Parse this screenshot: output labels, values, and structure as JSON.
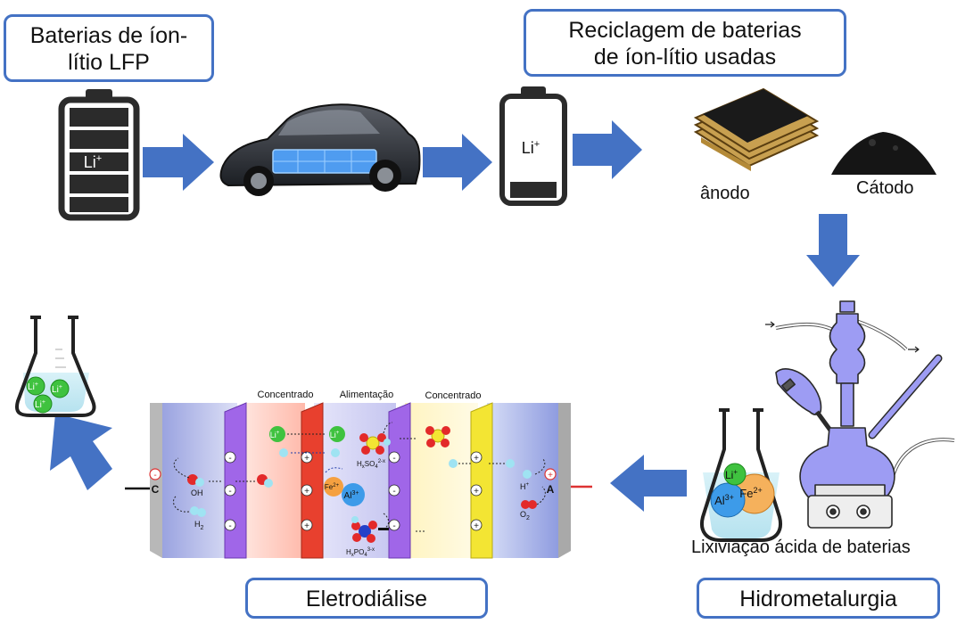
{
  "boxes": {
    "lfp": [
      "Baterias de íon-",
      "lítio LFP"
    ],
    "recycling": [
      "Reciclagem de baterias",
      "de íon-lítio usadas"
    ],
    "electrodialysis": "Eletrodiálise",
    "hydrometallurgy": "Hidrometalurgia"
  },
  "labels": {
    "anode": "ânodo",
    "cathode": "Cátodo",
    "leaching": "Lixiviação ácida de baterias"
  },
  "ions": {
    "li": "Li",
    "li_charge": "+",
    "al": "Al",
    "al_charge": "3+",
    "fe": "Fe",
    "fe_charge": "2+",
    "h": "H",
    "h_charge": "+",
    "oh": "OH",
    "h2": "H",
    "h2_sub": "2",
    "o2": "O",
    "o2_sub": "2",
    "sulfate": "H",
    "sulfate_x": "x",
    "sulfate_so": "SO",
    "sulfate_4": "4",
    "sulfate_charge": "2-x",
    "phosphate_po": "PO",
    "phosphate_4": "4",
    "phosphate_charge": "3-x"
  },
  "cell": {
    "concentrate_left": "Concentrado",
    "feed": "Alimentação",
    "concentrate_right": "Concentrado",
    "cathode_letter": "C",
    "anode_letter": "A",
    "minus": "-",
    "plus": "+"
  },
  "colors": {
    "arrow": "#4472c4",
    "box_border": "#4472c4",
    "li_ion": "#3fc23f",
    "al_ion": "#3d9be9",
    "fe_ion": "#f5a040",
    "anion_membrane": "#a066e8",
    "cation_membrane": "#e8402e",
    "yellow_membrane": "#f3e533",
    "flask_liquid": "#c9ecf6",
    "apparatus": "#9d9cf3"
  }
}
